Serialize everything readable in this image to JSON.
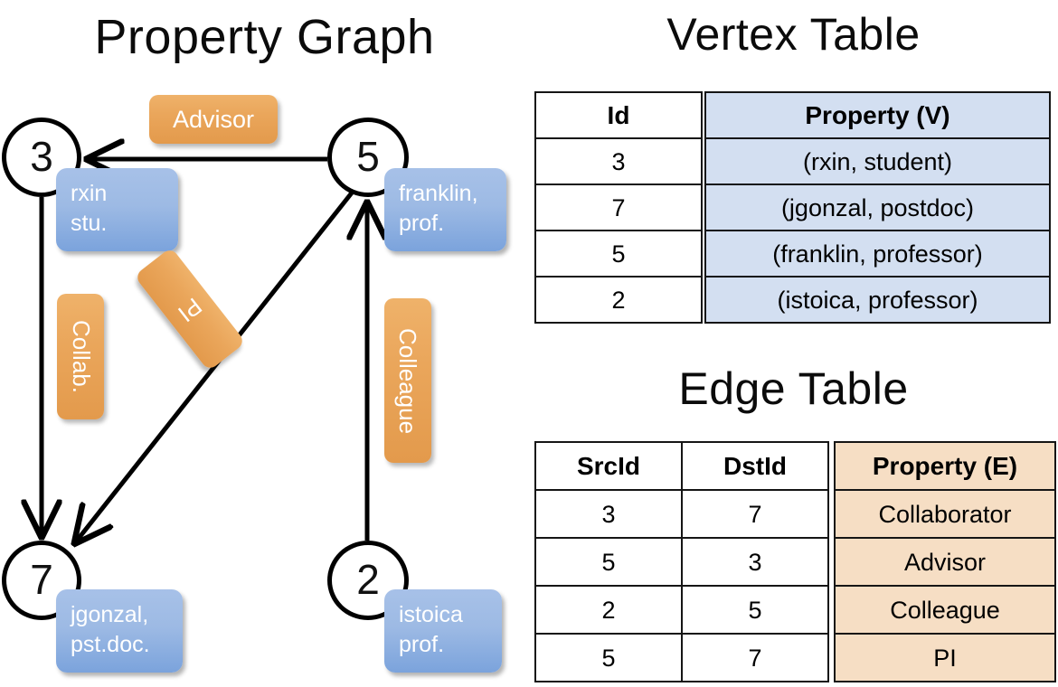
{
  "titles": {
    "property_graph": "Property Graph",
    "vertex_table": "Vertex Table",
    "edge_table": "Edge Table"
  },
  "colors": {
    "vertex_property_fill": "#d3dff1",
    "edge_property_fill": "#f6dec4",
    "node_property_box": "#9dbae4",
    "edge_label_box": "#eaa65b",
    "border": "#151515",
    "background": "#ffffff"
  },
  "graph": {
    "nodes": [
      {
        "id": "3",
        "property_line1": "rxin",
        "property_line2": "stu."
      },
      {
        "id": "5",
        "property_line1": "franklin,",
        "property_line2": "prof."
      },
      {
        "id": "7",
        "property_line1": "jgonzal,",
        "property_line2": "pst.doc."
      },
      {
        "id": "2",
        "property_line1": "istoica",
        "property_line2": "prof."
      }
    ],
    "edge_labels": [
      {
        "name": "advisor",
        "text": "Advisor",
        "orientation": "horizontal"
      },
      {
        "name": "collab",
        "text": "Collab.",
        "orientation": "vertical"
      },
      {
        "name": "colleague",
        "text": "Colleague",
        "orientation": "vertical"
      },
      {
        "name": "pi",
        "text": "PI",
        "orientation": "rotated"
      }
    ],
    "edges": [
      {
        "from": "5",
        "to": "3",
        "label": "Advisor"
      },
      {
        "from": "3",
        "to": "7",
        "label": "Collab."
      },
      {
        "from": "5",
        "to": "7",
        "label": "PI"
      },
      {
        "from": "2",
        "to": "5",
        "label": "Colleague"
      }
    ]
  },
  "vertex_table": {
    "headers": [
      "Id",
      "Property (V)"
    ],
    "rows": [
      {
        "id": "3",
        "property": "(rxin, student)"
      },
      {
        "id": "7",
        "property": "(jgonzal, postdoc)"
      },
      {
        "id": "5",
        "property": "(franklin, professor)"
      },
      {
        "id": "2",
        "property": "(istoica, professor)"
      }
    ]
  },
  "edge_table": {
    "headers": [
      "SrcId",
      "DstId",
      "Property (E)"
    ],
    "rows": [
      {
        "src": "3",
        "dst": "7",
        "property": "Collaborator"
      },
      {
        "src": "5",
        "dst": "3",
        "property": "Advisor"
      },
      {
        "src": "2",
        "dst": "5",
        "property": "Colleague"
      },
      {
        "src": "5",
        "dst": "7",
        "property": "PI"
      }
    ]
  }
}
